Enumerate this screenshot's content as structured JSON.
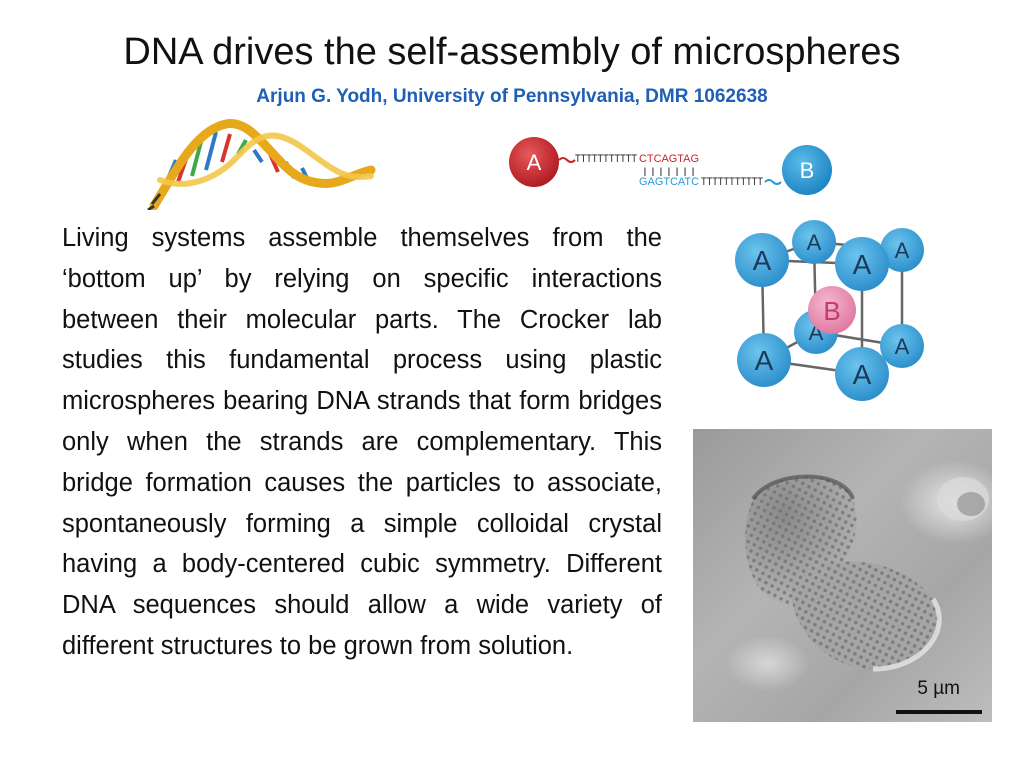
{
  "slide": {
    "title": "DNA drives the self-assembly of microspheres",
    "subtitle": "Arjun G. Yodh, University of Pennsylvania, DMR 1062638",
    "body": "Living systems assemble themselves from the ‘bottom up’ by relying on specific interactions between their molecular parts. The Crocker lab studies this fundamental process using plastic microspheres bearing DNA strands that form bridges only when the strands are complementary. This bridge formation causes the particles to associate, spontaneously forming a simple colloidal crystal having a body-centered cubic symmetry.   Different DNA sequences should allow a wide variety of different structures to be grown from solution."
  },
  "strand_diagram": {
    "particle_a": "A",
    "particle_b": "B",
    "top_strand": "TTTTTTTTTTT",
    "top_sticky": "CTCAGTAG",
    "bonds": "| | | | | | |",
    "bottom_sticky": "GAGTCATC",
    "bottom_strand": "TTTTTTTTTTT",
    "colors": {
      "a": "#c8262b",
      "b": "#2a9ad6",
      "sticky_top": "#c8262b",
      "sticky_bottom": "#2a9ad6"
    }
  },
  "lattice": {
    "corner_label": "A",
    "center_label": "B",
    "colors": {
      "corner": "#3aa3d9",
      "center": "#e88bb0",
      "edges": "#666666"
    }
  },
  "micrograph": {
    "scale_label": "5 µm"
  }
}
